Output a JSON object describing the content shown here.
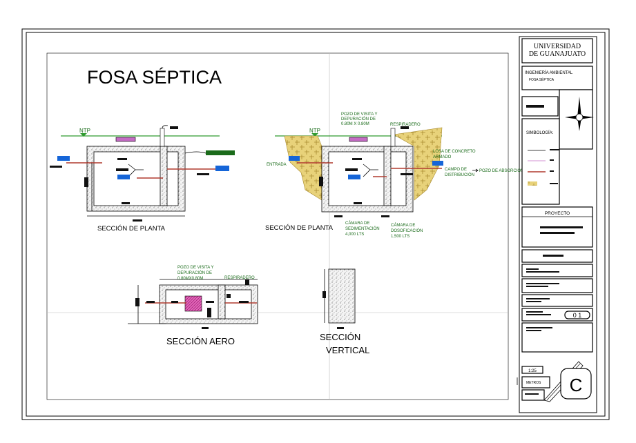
{
  "title": "FOSA SÉPTICA",
  "drawings": {
    "plan_left": {
      "caption": "SECCIÓN DE PLANTA",
      "ntp": "NTP"
    },
    "plan_right": {
      "caption": "SECCIÓN DE PLANTA",
      "ntp": "NTP",
      "labels": {
        "pozo": [
          "POZO DE VISITA Y",
          "DEPURACIÓN DE",
          "0.80M X 0.80M"
        ],
        "respiradero": "RESPIRADERO",
        "losa": [
          "LOSA DE CONCRETO",
          "ARMADO"
        ],
        "entrada": "ENTRADA",
        "campo": [
          "CAMPO DE",
          "DISTRIBUCIÓN"
        ],
        "pozo_absorcion": "POZO DE ABSORCIÓN",
        "camara_sed": [
          "CÁMARA DE",
          "SEDIMENTACIÓN",
          "4,000 LTS"
        ],
        "camara_dos": [
          "CÁMARA DE",
          "DOSOFICACIÓN",
          "1,500 LTS"
        ]
      }
    },
    "aereo": {
      "caption": "SECCIÓN AERO",
      "labels": {
        "pozo": [
          "POZO DE VISITA Y",
          "DEPURACIÓN DE",
          "0.80MX0.80M"
        ],
        "respiradero": "RESPIRADERO"
      }
    },
    "vertical": {
      "caption_line1": "SECCIÓN",
      "caption_line2": "VERTICAL"
    }
  },
  "titleblock": {
    "university": [
      "UNIVERSIDAD",
      "DE GUANAJUATO"
    ],
    "program": "INGENIERÍA AMBIENTAL",
    "subject": "FOSA SÉPTICA",
    "simbologia": "SIMBOLOGÍA:",
    "proyecto": "PROYECTO",
    "sheet_number": "0 1",
    "scale": "1:25",
    "units": "METROS",
    "sheet_letter": "C"
  },
  "colors": {
    "annotation_green": "#1a6b1a",
    "pipe_red": "#b03a2e",
    "tag_blue": "#1565d8",
    "soil_tan": "#e8d27a",
    "ground_green": "#2e9a2e",
    "pozo_magenta": "#d63fa0"
  },
  "icons": [
    "north-arrow-icon"
  ]
}
